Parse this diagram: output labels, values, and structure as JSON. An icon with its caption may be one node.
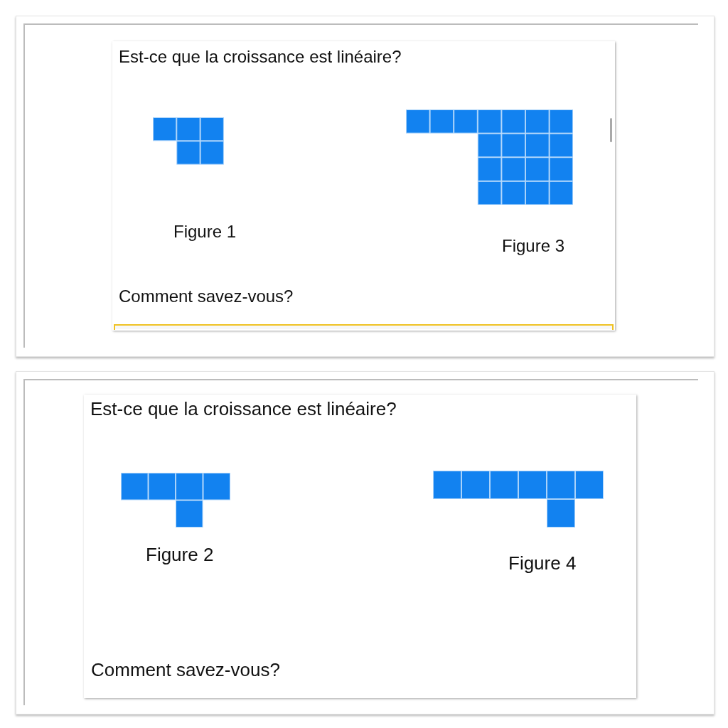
{
  "diagram": {
    "nodes": [
      {
        "text": [
          "Est-ce que la croissance est linéaire?",
          "Figure 1",
          "Figure 3",
          "Comment savez-vous?"
        ]
      },
      {
        "text": [
          "Est-ce que la croissance est linéaire?",
          "Figure 2",
          "Figure 4",
          "Comment savez-vous?"
        ]
      }
    ]
  }
}
